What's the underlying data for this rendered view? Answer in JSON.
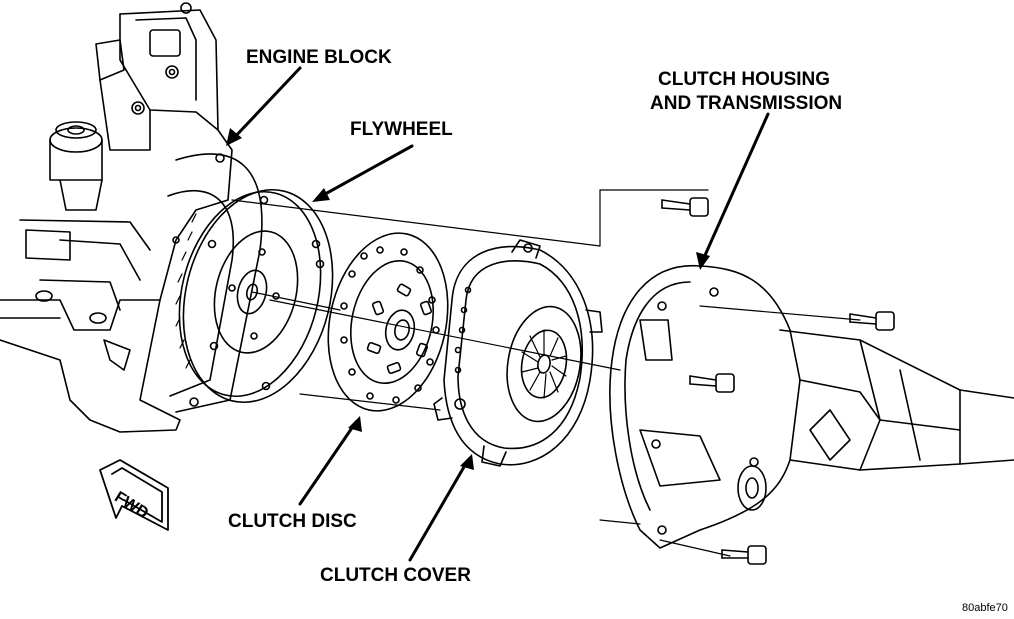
{
  "labels": {
    "engine_block": "ENGINE BLOCK",
    "flywheel": "FLYWHEEL",
    "clutch_housing_line1": "CLUTCH HOUSING",
    "clutch_housing_line2": "AND TRANSMISSION",
    "clutch_disc": "CLUTCH DISC",
    "clutch_cover": "CLUTCH COVER",
    "fwd": "FWD"
  },
  "figure_code": "80abfe70",
  "colors": {
    "ink": "#000000",
    "paper": "#ffffff"
  }
}
